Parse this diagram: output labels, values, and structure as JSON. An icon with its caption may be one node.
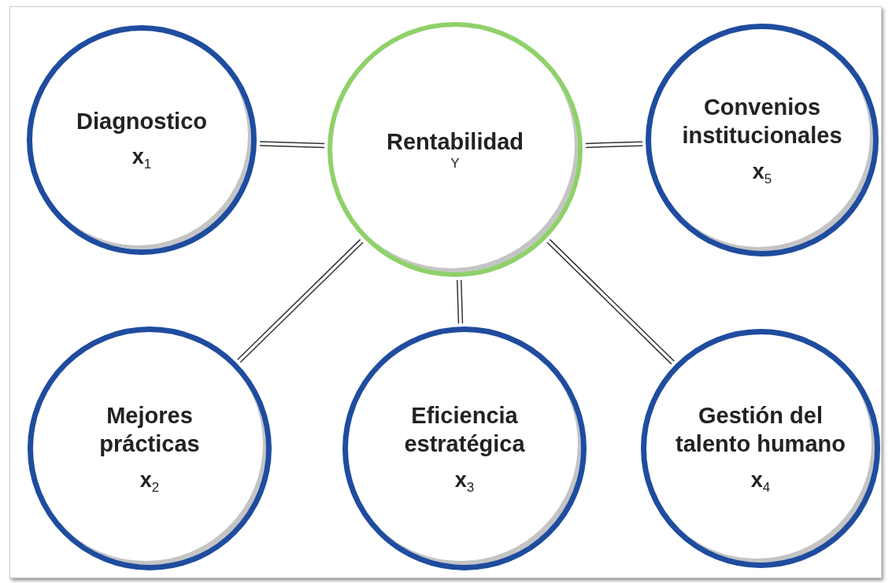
{
  "diagram": {
    "nodes": [
      {
        "text": [
          "Rentabilidad",
          "Y"
        ]
      },
      {
        "text": [
          "Diagnostico",
          "x$_{1}$"
        ]
      },
      {
        "text": [
          "Convenios institucionales",
          "x$_{5}$"
        ]
      },
      {
        "text": [
          "Mejores prácticas",
          "x$_{2}$"
        ]
      },
      {
        "text": [
          "Eficiencia estratégica",
          "x$_{3}$"
        ]
      },
      {
        "text": [
          "Gestión del talento humano",
          "x$_{4}$"
        ]
      }
    ],
    "edges": [
      {
        "from": 1,
        "to": 0,
        "arrow": "none"
      },
      {
        "from": 0,
        "to": 2,
        "arrow": "none"
      },
      {
        "from": 0,
        "to": 3,
        "arrow": "none"
      },
      {
        "from": 0,
        "to": 4,
        "arrow": "none"
      },
      {
        "from": 0,
        "to": 5,
        "arrow": "none"
      }
    ]
  }
}
